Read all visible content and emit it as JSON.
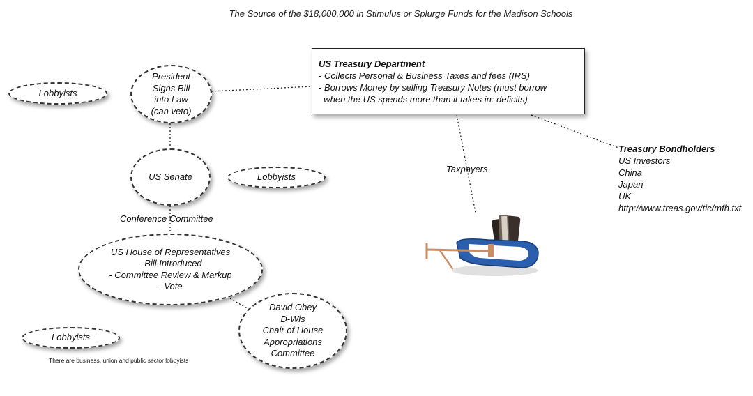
{
  "title": "The Source of the $18,000,000 in Stimulus or Splurge Funds for the Madison Schools",
  "nodes": {
    "president": [
      "President",
      "Signs Bill",
      "into Law",
      "(can veto)"
    ],
    "senate": [
      "US Senate"
    ],
    "house": [
      "US House of Representatives",
      "- Bill Introduced",
      "- Committee Review & Markup",
      "- Vote"
    ],
    "obey": [
      "David Obey",
      "D-Wis",
      "Chair of House",
      "Appropriations",
      "Committee"
    ],
    "lobbyists_top": [
      "Lobbyists"
    ],
    "lobbyists_mid": [
      "Lobbyists"
    ],
    "lobbyists_bottom": [
      "Lobbyists"
    ]
  },
  "treasury": {
    "heading": "US Treasury Department",
    "line1": "- Collects Personal & Business Taxes and fees (IRS)",
    "line2": "- Borrows Money by selling Treasury Notes (must borrow",
    "line3": "  when the US spends more than it takes in: deficits)"
  },
  "bondholders": {
    "heading": "Treasury Bondholders",
    "items": [
      "US Investors",
      "China",
      "Japan",
      "UK",
      "http://www.treas.gov/tic/mfh.txt"
    ]
  },
  "labels": {
    "conference": "Conference Committee",
    "taxpayers": "Taxpayers",
    "footnote": "There are business, union and public sector lobbyists"
  },
  "image": {
    "description_icon": "wallet-in-clamp",
    "clamp_color": "#2b5fae"
  }
}
